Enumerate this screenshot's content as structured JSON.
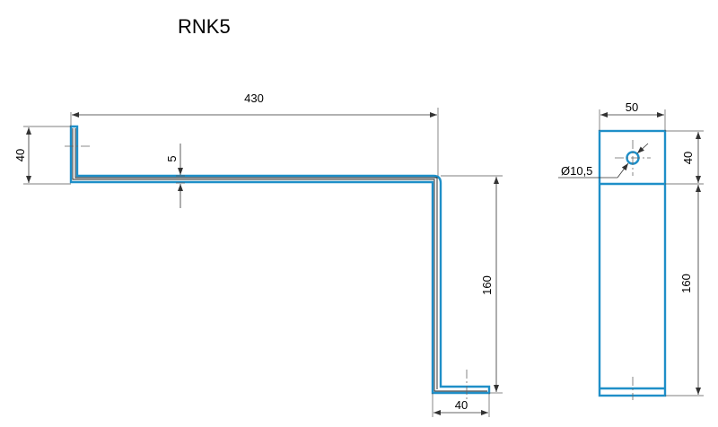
{
  "title": "RNK5",
  "colors": {
    "part": "#1f8fc8",
    "dimension": "#333333"
  },
  "side_view": {
    "overall_length": "430",
    "top_flange_height": "40",
    "thickness": "5",
    "drop_height": "160",
    "bottom_flange_length": "40"
  },
  "front_view": {
    "width": "50",
    "hole_diameter": "Ø10,5",
    "top_section_height": "40",
    "lower_height": "160"
  }
}
